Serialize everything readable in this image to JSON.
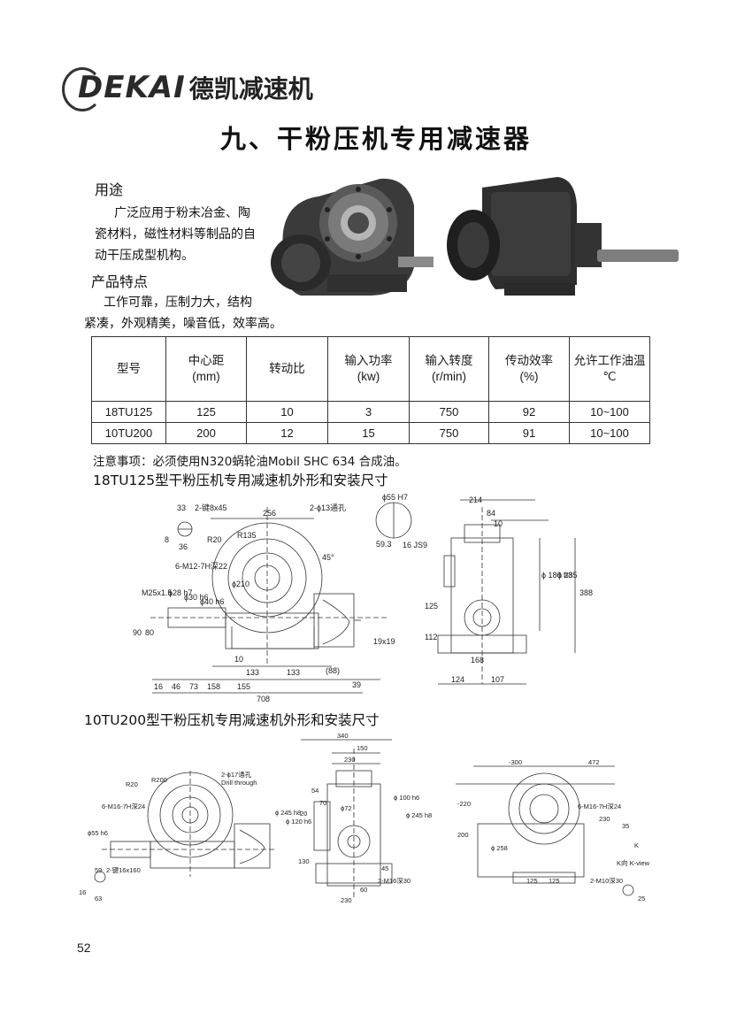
{
  "brand": {
    "latin": "DEKAI",
    "cn": "德凯减速机"
  },
  "title": "九、干粉压机专用减速器",
  "usage": {
    "heading": "用途",
    "lines": [
      "广泛应用于粉末冶金、陶",
      "瓷材料，磁性材料等制品的自",
      "动干压成型机构。"
    ]
  },
  "features": {
    "heading": "产品特点",
    "lines": [
      "工作可靠，压制力大，结构",
      "紧凑，外观精美，噪音低，效率高。"
    ]
  },
  "table": {
    "headers": [
      [
        "型号",
        ""
      ],
      [
        "中心距",
        "(mm)"
      ],
      [
        "转动比",
        ""
      ],
      [
        "输入功率",
        "(kw)"
      ],
      [
        "输入转度",
        "(r/min)"
      ],
      [
        "传动效率",
        "(%)"
      ],
      [
        "允许工作油温",
        "℃"
      ]
    ],
    "rows": [
      [
        "18TU125",
        "125",
        "10",
        "3",
        "750",
        "92",
        "10~100"
      ],
      [
        "10TU200",
        "200",
        "12",
        "15",
        "750",
        "91",
        "10~100"
      ]
    ]
  },
  "note": "注意事项：必须使用N320蜗轮油Mobil SHC 634 合成油。",
  "drawing1": {
    "title": "18TU125型干粉压机专用减速机外形和安装尺寸",
    "labels": {
      "d33": "33",
      "key": "2-键8x45",
      "d256": "256",
      "hole": "2-ϕ13通孔",
      "phi55": "ϕ55 H7",
      "r20": "R20",
      "r135": "R135",
      "d8": "8",
      "d36": "36",
      "m12": "6-M12-7H深22",
      "a45": "45°",
      "d59": "59.3",
      "js9": "16 JS9",
      "d214": "214",
      "d84": "84",
      "d10a": "10",
      "m25": "M25x1.5",
      "h28": "ϕ28 h7",
      "h30": "ϕ30 h6",
      "h40": "ϕ40 h6",
      "d210": "ϕ210",
      "d90": "90",
      "d80": "80",
      "d19": "19x19",
      "d10": "10",
      "d133a": "133",
      "d133b": "133",
      "d88": "(88)",
      "d16": "16",
      "d46": "46",
      "d73": "73",
      "d158": "158",
      "d155": "155",
      "d39": "39",
      "d708": "708",
      "p180": "ϕ 180 h8",
      "p235": "ϕ 235",
      "d388": "388",
      "d125": "125",
      "d112": "112",
      "d168": "168",
      "d124": "124",
      "d107": "107"
    }
  },
  "drawing2": {
    "title": "10TU200型干粉压机专用减速机外形和安装尺寸",
    "labels": {
      "r20": "R20",
      "r200": "R200",
      "hole17": "2-ϕ17通孔",
      "drill": "Drill through",
      "m16a": "6-M16-7H深24",
      "h55": "ϕ55 h6",
      "key": "2-键16x160",
      "d59": "59",
      "d16": "16",
      "d63": "63",
      "d340": "340",
      "d150": "150",
      "d230a": "230",
      "d54": "54",
      "d70": "70",
      "d20": "20",
      "p245a": "ϕ 245 h8",
      "p120": "ϕ 120 h6",
      "p72": "ϕ72",
      "p100": "ϕ 100 h6",
      "p245b": "ϕ 245 h8",
      "d130": "130",
      "d45": "45",
      "d60": "60",
      "d230b": "230",
      "m16b": "2-M16深30",
      "d300": "-300",
      "d472": "472",
      "m16c": "6-M16-7H深24",
      "d220": "-220",
      "d200": "200",
      "p258": "ϕ 258",
      "d230c": "230",
      "d35": "35",
      "k": "K",
      "kview": "K向 K-view",
      "d125a": "125",
      "d125b": "125",
      "m10": "2-M10深30",
      "d25": "25"
    }
  },
  "page_number": "52"
}
